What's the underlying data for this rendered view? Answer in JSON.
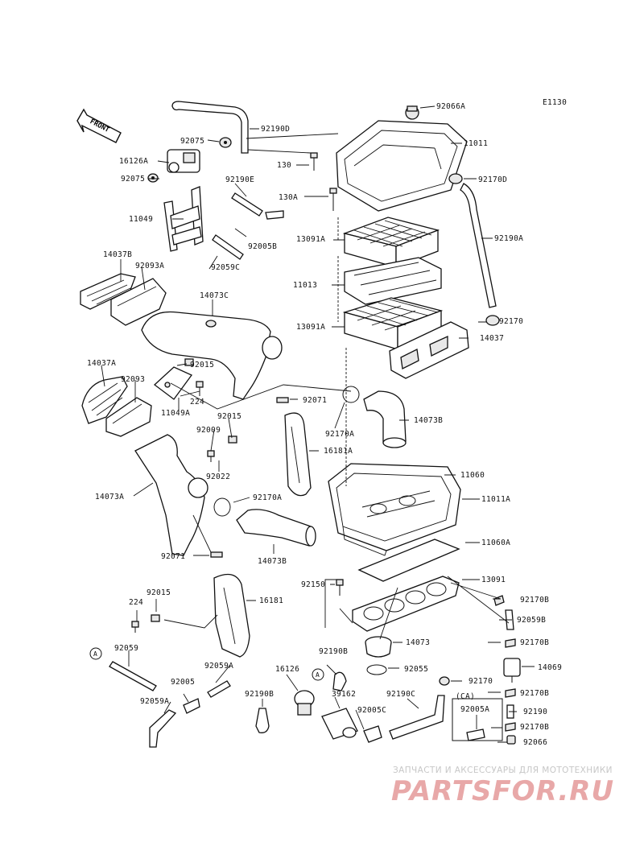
{
  "diagram_code": "E1130",
  "front_arrow": "FRONT",
  "callouts": {
    "c92066A": "92066A",
    "c11011": "11011",
    "c92190D": "92190D",
    "c92075_top": "92075",
    "c16126A": "16126A",
    "c92075_left": "92075",
    "c130": "130",
    "c92170D": "92170D",
    "c92190E": "92190E",
    "c130A": "130A",
    "c11049": "11049",
    "c92005B": "92005B",
    "c13091A_top": "13091A",
    "c92190A": "92190A",
    "c14037B": "14037B",
    "c92093A": "92093A",
    "c92059C": "92059C",
    "c11013": "11013",
    "c14073C": "14073C",
    "c13091A_bot": "13091A",
    "c92170": "92170",
    "c14037": "14037",
    "c14037A": "14037A",
    "c92015_a": "92015",
    "c92093": "92093",
    "c224_a": "224",
    "c11049A": "11049A",
    "c92071_a": "92071",
    "c92015_b": "92015",
    "c92009": "92009",
    "c92170A_a": "92170A",
    "c14073B_a": "14073B",
    "c16181A": "16181A",
    "c92022": "92022",
    "c11060": "11060",
    "c14073A": "14073A",
    "c92170A_b": "92170A",
    "c11011A": "11011A",
    "c11060A": "11060A",
    "c92071_b": "92071",
    "c14073B_b": "14073B",
    "c92150": "92150",
    "c13091": "13091",
    "c92015_c": "92015",
    "c16181": "16181",
    "c92170B_a": "92170B",
    "c224_b": "224",
    "c92059B": "92059B",
    "c14073": "14073",
    "c92170B_b": "92170B",
    "c92059": "92059",
    "c92190B_a": "92190B",
    "c92055": "92055",
    "c14069": "14069",
    "c92059A_a": "92059A",
    "c16126": "16126",
    "c92170_b": "92170",
    "c92005": "92005",
    "c39162": "39162",
    "c92190B_b": "92190B",
    "c92190C": "92190C",
    "c92170B_c": "92170B",
    "c92059A_b": "92059A",
    "c92005C": "92005C",
    "cCA": "(CA)",
    "c92005A": "92005A",
    "c92190": "92190",
    "c92170B_d": "92170B",
    "c92066": "92066",
    "refA_1": "A",
    "refA_2": "A"
  },
  "watermark": {
    "tagline": "ЗАПЧАСТИ И АКСЕССУАРЫ ДЛЯ МОТОТЕХНИКИ",
    "logo": "PARTSFOR.RU"
  },
  "colors": {
    "line": "#111111",
    "watermark_text": "#c7c7c7",
    "watermark_logo": "#e8a8a8"
  }
}
